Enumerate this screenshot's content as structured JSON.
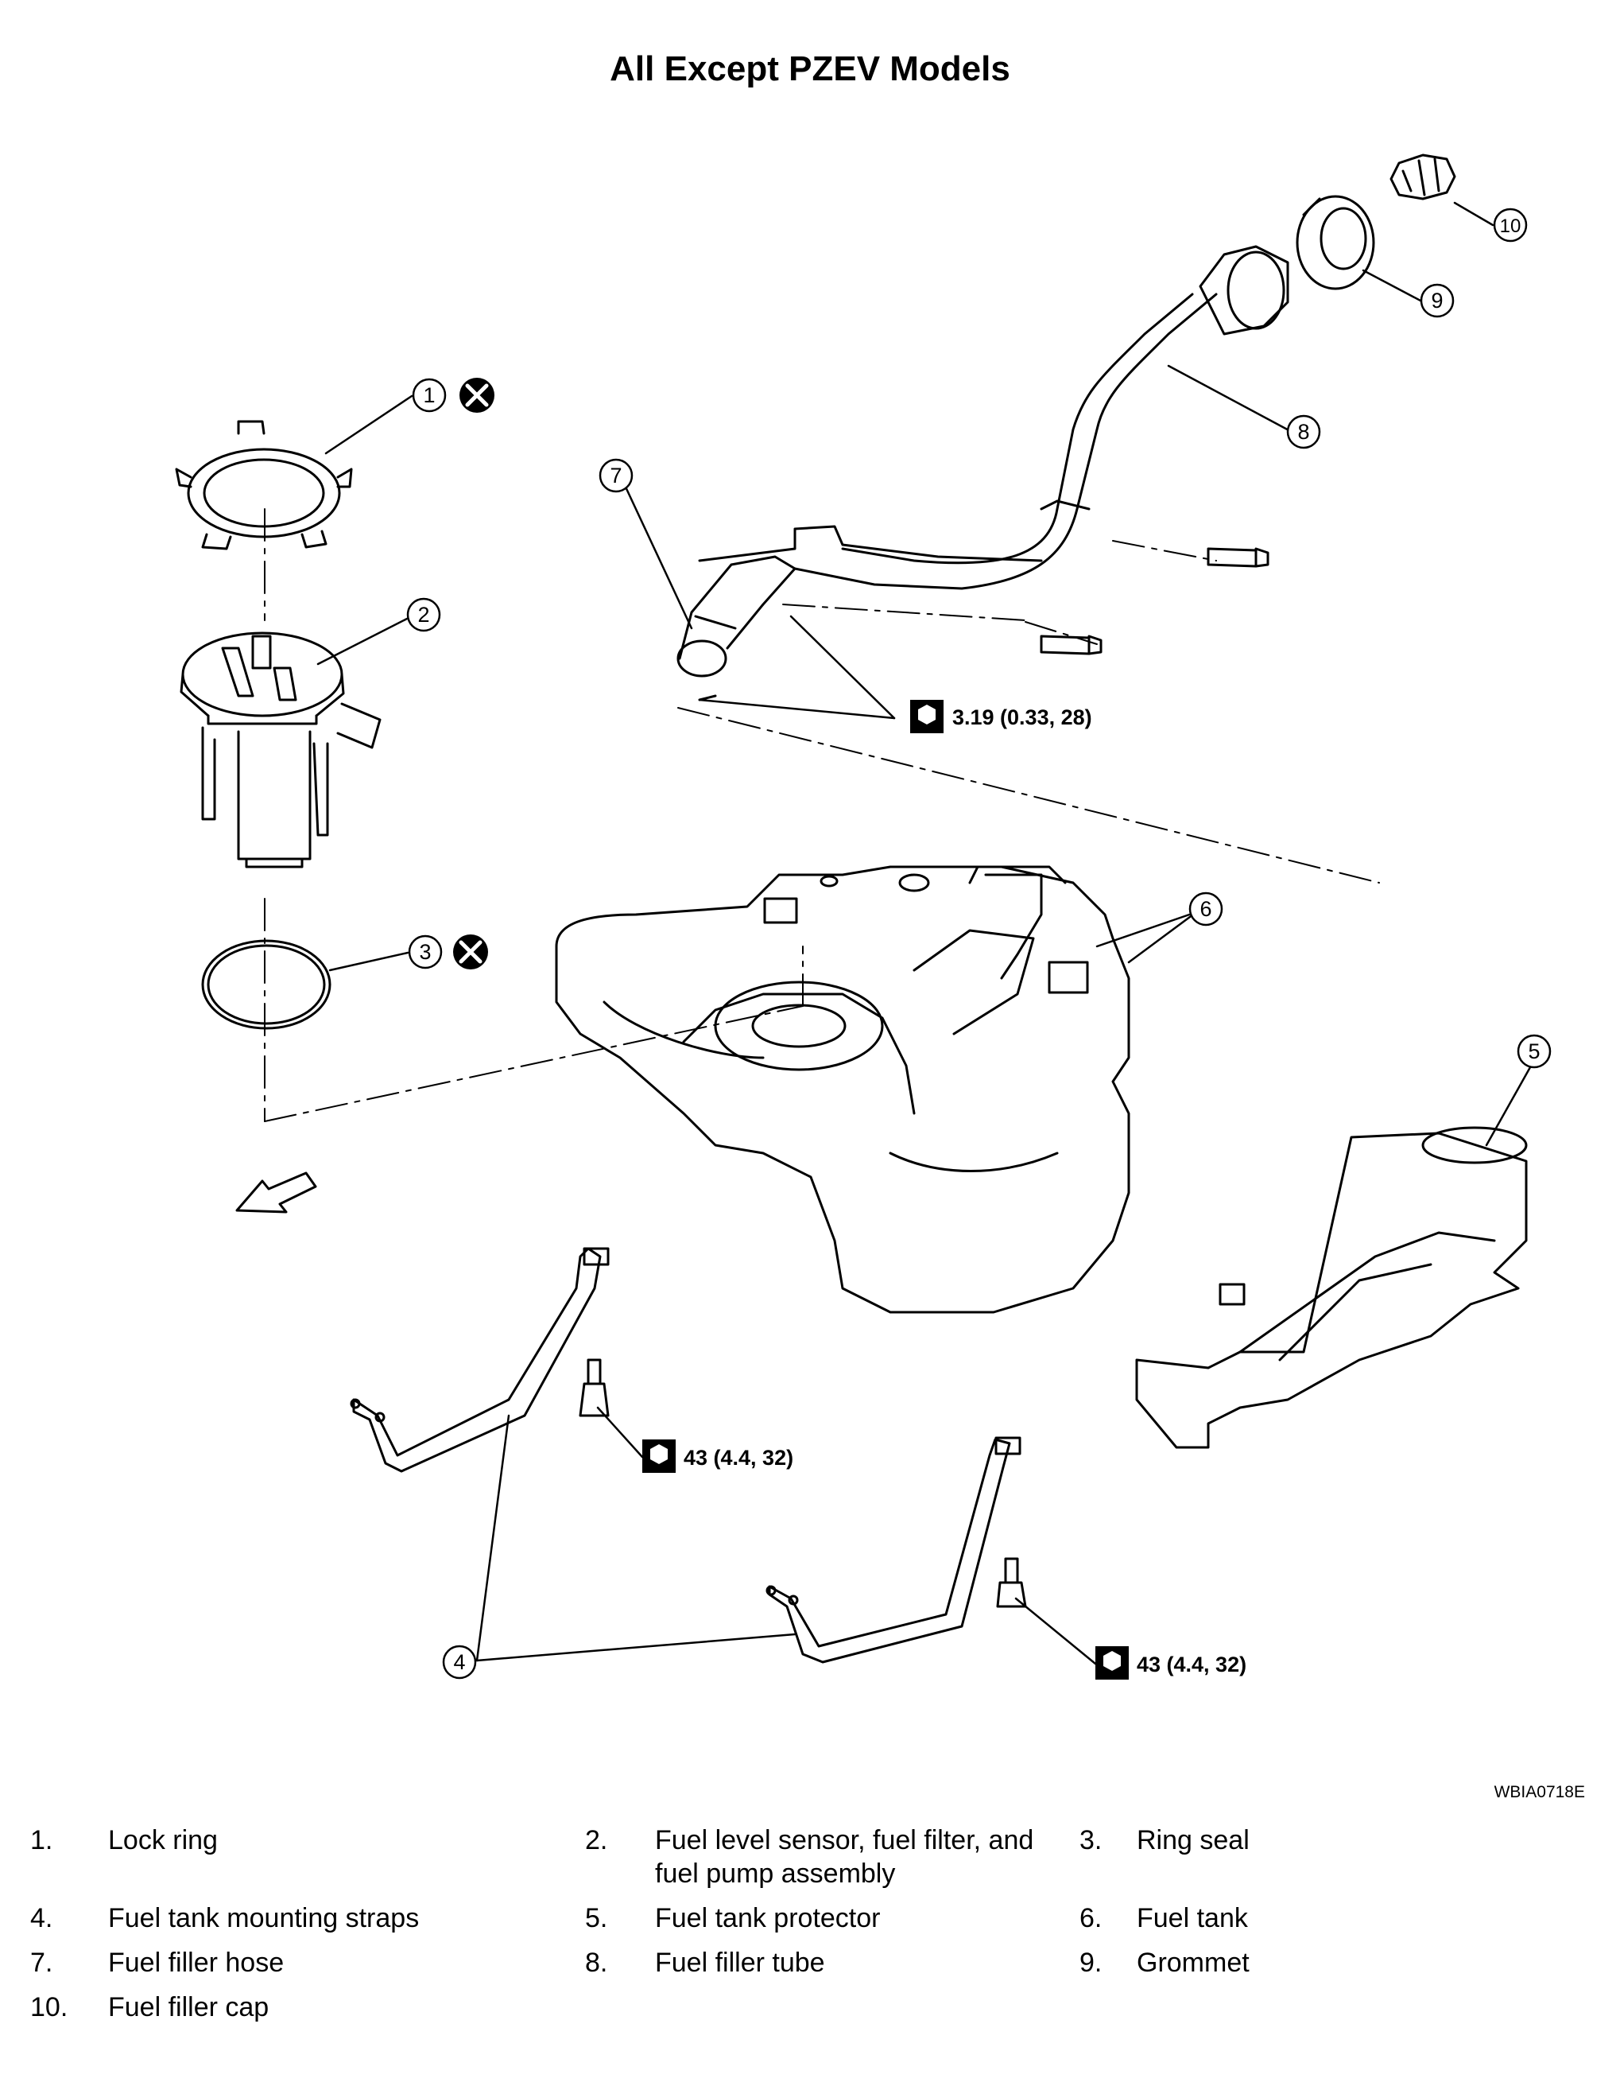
{
  "title": "All Except PZEV Models",
  "figure_code": "WBIA0718E",
  "callouts": [
    "1",
    "2",
    "3",
    "4",
    "5",
    "6",
    "7",
    "8",
    "9",
    "10"
  ],
  "torque": {
    "hose_clamp": "3.19 (0.33, 28)",
    "strap_front": "43 (4.4, 32)",
    "strap_rear": "43 (4.4, 32)"
  },
  "legend": [
    {
      "num": "1.",
      "text": "Lock ring"
    },
    {
      "num": "2.",
      "text": "Fuel level sensor, fuel filter, and",
      "text2": "fuel pump assembly"
    },
    {
      "num": "3.",
      "text": "Ring seal"
    },
    {
      "num": "4.",
      "text": "Fuel tank mounting straps"
    },
    {
      "num": "5.",
      "text": "Fuel tank protector"
    },
    {
      "num": "6.",
      "text": "Fuel tank"
    },
    {
      "num": "7.",
      "text": "Fuel filler hose"
    },
    {
      "num": "8.",
      "text": "Fuel filler tube"
    },
    {
      "num": "9.",
      "text": "Grommet"
    },
    {
      "num": "10.",
      "text": "Fuel filler cap"
    }
  ],
  "icons": {
    "replace": "x-circle-icon",
    "torque": "torque-wrench-icon",
    "front": "front-arrow-icon"
  }
}
